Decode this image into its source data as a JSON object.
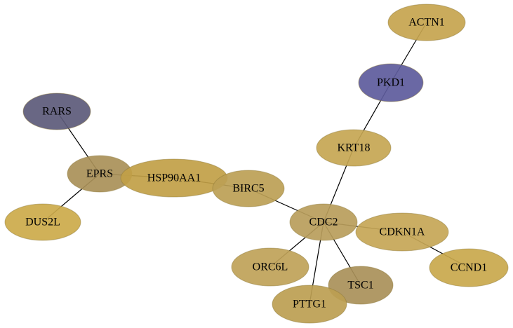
{
  "graph": {
    "nodes": [
      {
        "id": "ACTN1",
        "label": "ACTN1",
        "color": "#c5a44e"
      },
      {
        "id": "PKD1",
        "label": "PKD1",
        "color": "#5d5b9c"
      },
      {
        "id": "RARS",
        "label": "RARS",
        "color": "#5c5a79"
      },
      {
        "id": "KRT18",
        "label": "KRT18",
        "color": "#c6a653"
      },
      {
        "id": "EPRS",
        "label": "EPRS",
        "color": "#a99058"
      },
      {
        "id": "HSP90AA1",
        "label": "HSP90AA1",
        "color": "#c1a046"
      },
      {
        "id": "BIRC5",
        "label": "BIRC5",
        "color": "#bc9f55"
      },
      {
        "id": "DUS2L",
        "label": "DUS2L",
        "color": "#ccaa4a"
      },
      {
        "id": "CDC2",
        "label": "CDC2",
        "color": "#b99d5b"
      },
      {
        "id": "CDKN1A",
        "label": "CDKN1A",
        "color": "#c5a656"
      },
      {
        "id": "ORC6L",
        "label": "ORC6L",
        "color": "#bfa258"
      },
      {
        "id": "CCND1",
        "label": "CCND1",
        "color": "#c9a84c"
      },
      {
        "id": "TSC1",
        "label": "TSC1",
        "color": "#a99059"
      },
      {
        "id": "PTTG1",
        "label": "PTTG1",
        "color": "#bc9e51"
      }
    ],
    "edges": [
      [
        "ACTN1",
        "PKD1"
      ],
      [
        "PKD1",
        "KRT18"
      ],
      [
        "KRT18",
        "CDC2"
      ],
      [
        "RARS",
        "EPRS"
      ],
      [
        "EPRS",
        "DUS2L"
      ],
      [
        "EPRS",
        "HSP90AA1"
      ],
      [
        "HSP90AA1",
        "BIRC5"
      ],
      [
        "BIRC5",
        "CDC2"
      ],
      [
        "CDC2",
        "CDKN1A"
      ],
      [
        "CDKN1A",
        "CCND1"
      ],
      [
        "CDC2",
        "ORC6L"
      ],
      [
        "CDC2",
        "PTTG1"
      ],
      [
        "CDC2",
        "TSC1"
      ]
    ]
  }
}
